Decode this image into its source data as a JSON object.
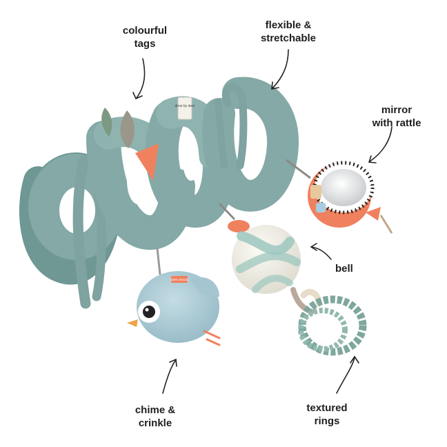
{
  "colors": {
    "background": "#ffffff",
    "spiral": "#84a9a6",
    "spiral_shadow": "#5f8683",
    "accent_orange": "#f0815e",
    "text": "#1e1e1e"
  },
  "labels": {
    "colourful_tags": "colourful\ntags",
    "flexible_stretchable": "flexible &\nstretchable",
    "mirror_with_rattle": "mirror\nwith rattle",
    "bell": "bell",
    "chime_crinkle": "chime &\ncrinkle",
    "textured_rings": "textured\nrings"
  },
  "product_tags": {
    "brand_tag": "done by deer",
    "bird_tag": "100% friends"
  }
}
